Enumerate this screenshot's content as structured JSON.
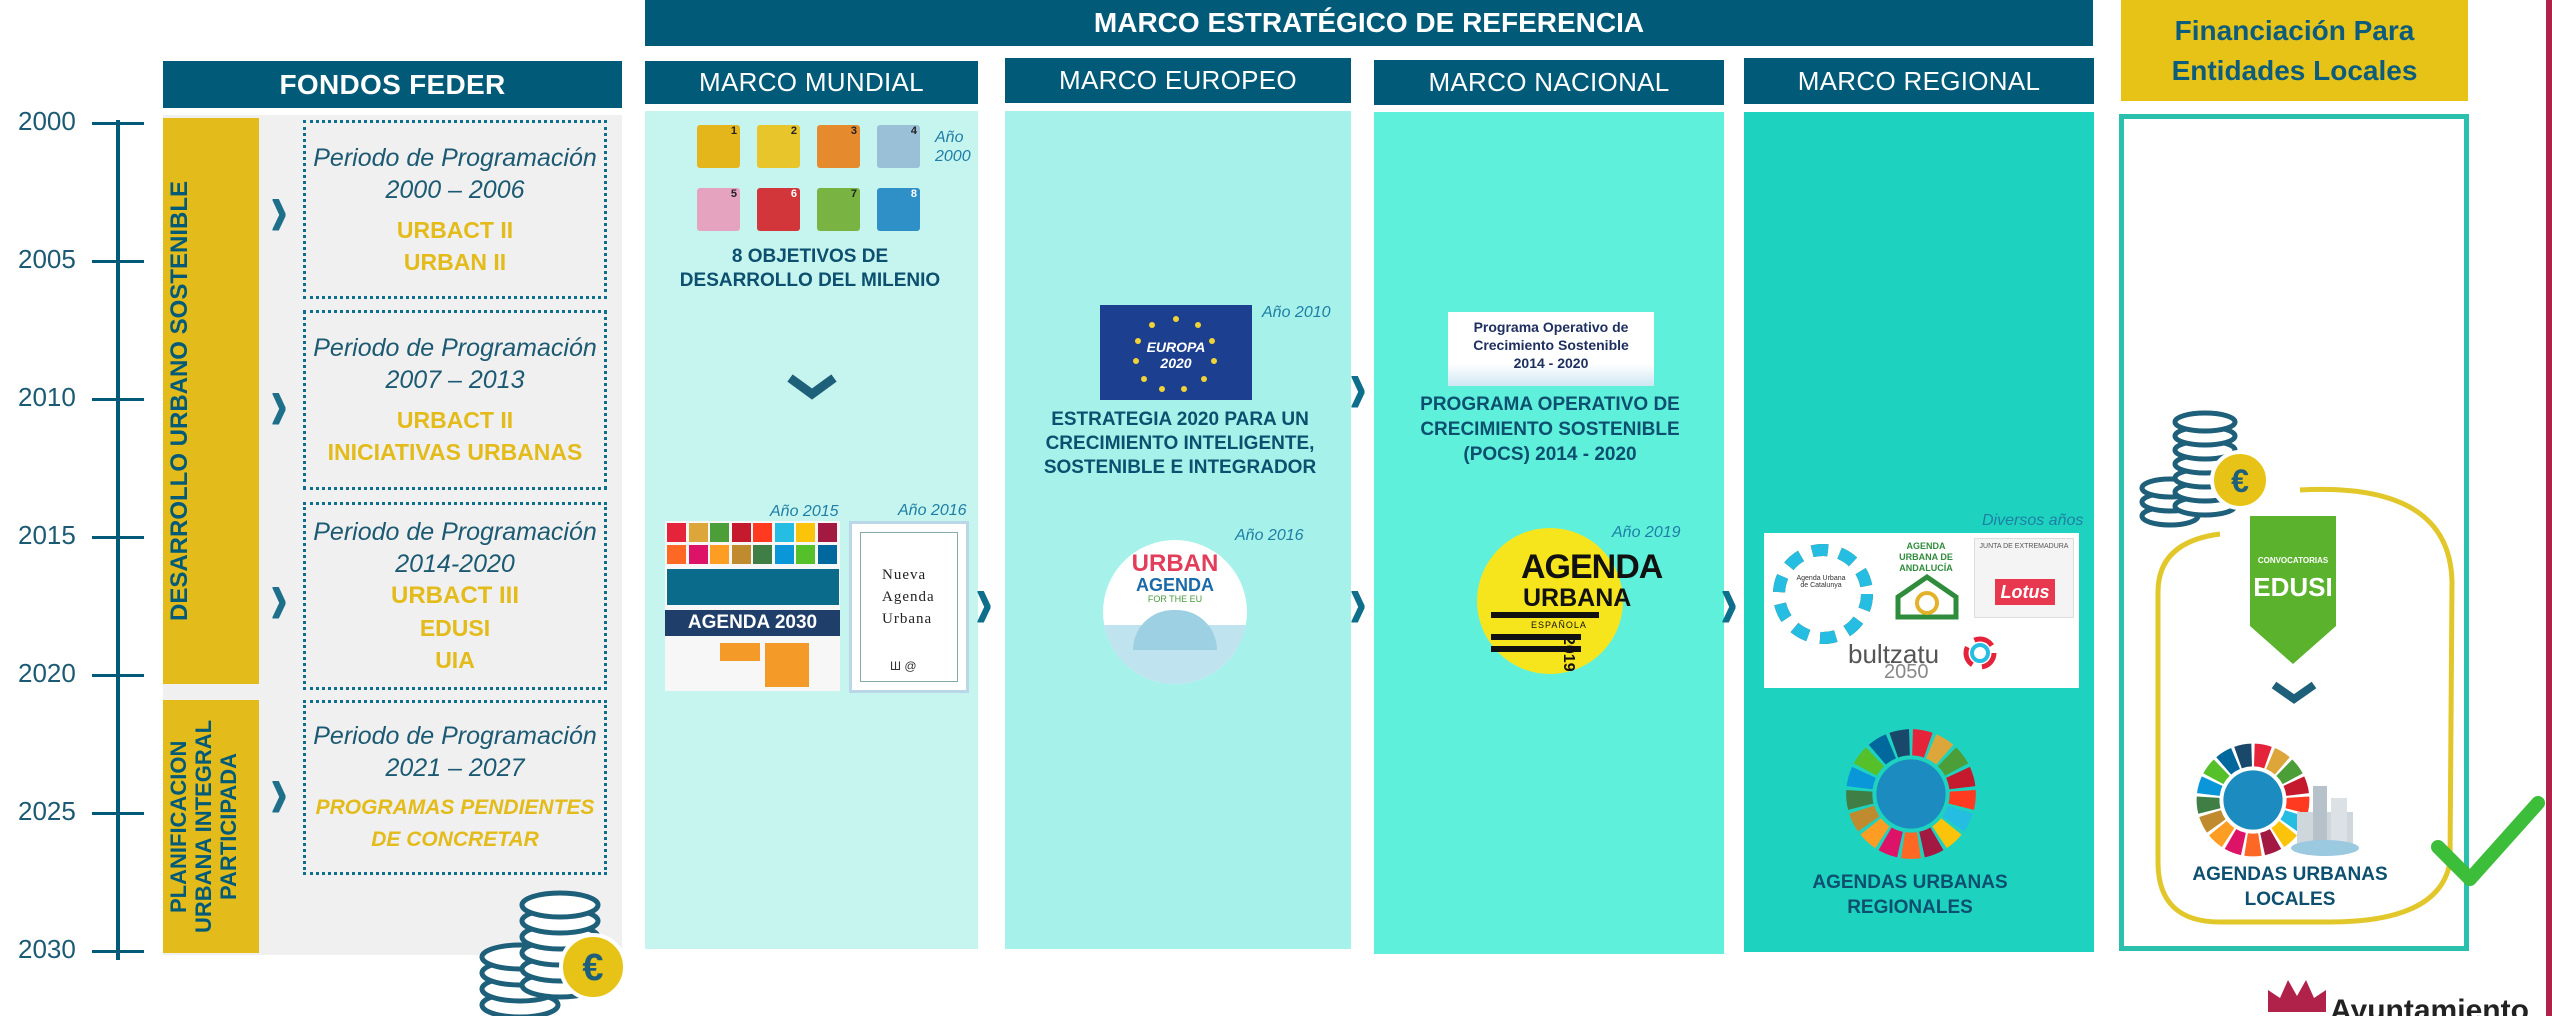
{
  "header": {
    "main_title": "MARCO ESTRATÉGICO DE REFERENCIA",
    "financing_title": "Financiación Para Entidades Locales"
  },
  "timeline": {
    "years": [
      "2000",
      "2005",
      "2010",
      "2015",
      "2020",
      "2025",
      "2030"
    ]
  },
  "feder": {
    "title": "FONDOS FEDER",
    "phase1": "DESARROLLO URBANO SOSTENIBLE",
    "phase2": "PLANIFICACION URBANA INTEGRAL PARTICIPADA",
    "periods": [
      {
        "label": "Periodo de Programación",
        "years": "2000 – 2006",
        "items": [
          "URBACT II",
          "URBAN II"
        ]
      },
      {
        "label": "Periodo de Programación",
        "years": "2007 – 2013",
        "items": [
          "URBACT II",
          "INICIATIVAS URBANAS"
        ]
      },
      {
        "label": "Periodo de Programación",
        "years": "2014-2020",
        "items": [
          "URBACT III",
          "EDUSI",
          "UIA"
        ]
      },
      {
        "label": "Periodo de Programación",
        "years": "2021 – 2027",
        "items": [
          "PROGRAMAS PENDIENTES",
          "DE CONCRETAR"
        ]
      }
    ]
  },
  "mundial": {
    "title": "MARCO MUNDIAL",
    "year_note_1": "Año 2000",
    "odm_caption": "8 OBJETIVOS DE DESARROLLO DEL MILENIO",
    "odm_numbers": [
      "1",
      "2",
      "3",
      "4",
      "5",
      "6",
      "7",
      "8"
    ],
    "year_2015": "Año 2015",
    "year_2016": "Año 2016",
    "agenda_2030": "AGENDA 2030",
    "nueva_agenda": "Nueva Agenda Urbana",
    "nau_year_mark": "Ш @"
  },
  "europeo": {
    "title": "MARCO EUROPEO",
    "year_2010": "Año 2010",
    "europa_logo": "EUROPA 2020",
    "caption": "ESTRATEGIA 2020 PARA UN CRECIMIENTO INTELIGENTE, SOSTENIBLE E INTEGRADOR",
    "year_2016": "Año 2016",
    "urban_agenda_1": "URBAN",
    "urban_agenda_2": "AGENDA",
    "urban_agenda_3": "FOR THE EU"
  },
  "nacional": {
    "title": "MARCO NACIONAL",
    "pocs_logo_1": "Programa Operativo de",
    "pocs_logo_2": "Crecimiento Sostenible",
    "pocs_logo_3": "2014 - 2020",
    "caption": "PROGRAMA OPERATIVO DE CRECIMIENTO SOSTENIBLE (POCS) 2014 - 2020",
    "year_2019": "Año 2019",
    "agenda_word": "AGENDA",
    "urbana_word": "URBANA",
    "espanola_word": "ESPAÑOLA",
    "agenda_year": "2019"
  },
  "regional": {
    "title": "MARCO REGIONAL",
    "year_note": "Diversos años",
    "catalunya": "Agenda Urbana de Catalunya",
    "andalucia": "AGENDA URBANA DE ANDALUCÍA",
    "extremadura": "JUNTA DE EXTREMADURA",
    "lotus": "Lotus",
    "bultzatu": "bultzatu",
    "bultzatu_year": "2050",
    "caption": "AGENDAS URBANAS REGIONALES"
  },
  "financiacion": {
    "banner_top": "CONVOCATORIAS",
    "banner_main": "EDUSI",
    "caption": "AGENDAS URBANAS LOCALES"
  },
  "footer": {
    "ayuntamiento": "Ayuntamiento de"
  },
  "colors": {
    "navy": "#005a78",
    "gold": "#e3bb1a",
    "mundial_bg": "#c6f4ef",
    "europeo_bg": "#a6f1e9",
    "nacional_bg": "#5ff0dc",
    "regional_bg": "#1dd3c0",
    "financing_border": "#2bbfae"
  }
}
